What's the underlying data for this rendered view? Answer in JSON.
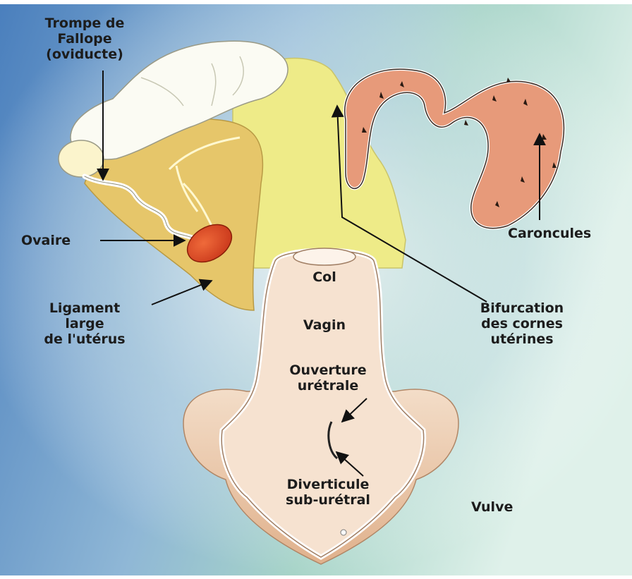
{
  "colors": {
    "background_blue": "#4f86c0",
    "background_teal": "#7fc0a8",
    "uterus_yellow": "#ece98a",
    "ligament_ochre": "#e4c466",
    "caruncle_salmon": "#e69a7c",
    "ovary_red": "#d9471f",
    "vagina_skin": "#f4dcc8",
    "vulva_skin": "#e8bc98",
    "label_text": "#1c1c1c"
  },
  "labels": {
    "trompe": [
      "Trompe de",
      "Fallope",
      "(oviducte)"
    ],
    "ovaire": "Ovaire",
    "ligament": [
      "Ligament",
      "large",
      "de l'utérus"
    ],
    "caroncules": "Caroncules",
    "col": "Col",
    "vagin": "Vagin",
    "ouverture": [
      "Ouverture",
      "urétrale"
    ],
    "diverticule": [
      "Diverticule",
      "sub-urétral"
    ],
    "bifurcation": [
      "Bifurcation",
      "des cornes",
      "utérines"
    ],
    "vulve": "Vulve"
  }
}
